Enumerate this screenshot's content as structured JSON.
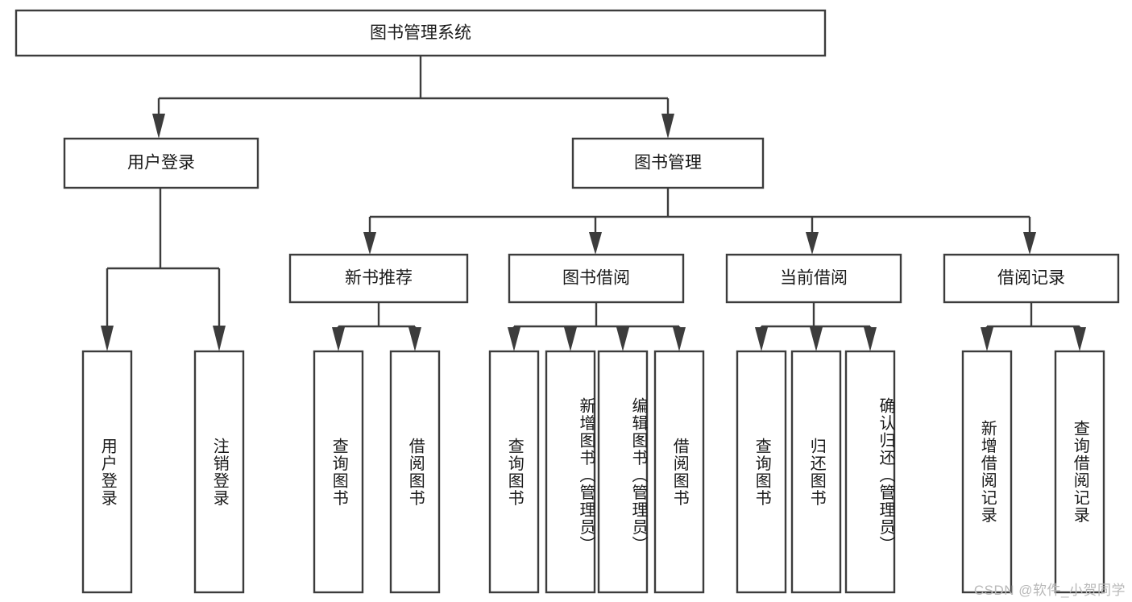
{
  "diagram": {
    "title": "图书管理系统",
    "type": "hierarchy-tree",
    "orientation": "top-down",
    "levels": 3,
    "root": {
      "id": "root",
      "label": "图书管理系统",
      "text_orientation": "horizontal"
    },
    "level2": [
      {
        "id": "user-login",
        "label": "用户登录",
        "text_orientation": "horizontal"
      },
      {
        "id": "book-management",
        "label": "图书管理",
        "text_orientation": "horizontal"
      }
    ],
    "level3": [
      {
        "id": "new-book-recommend",
        "label": "新书推荐",
        "parent": "book-management",
        "text_orientation": "horizontal"
      },
      {
        "id": "book-borrow",
        "label": "图书借阅",
        "parent": "book-management",
        "text_orientation": "horizontal"
      },
      {
        "id": "current-borrow",
        "label": "当前借阅",
        "parent": "book-management",
        "text_orientation": "horizontal"
      },
      {
        "id": "borrow-record",
        "label": "借阅记录",
        "parent": "book-management",
        "text_orientation": "horizontal"
      }
    ],
    "leaves": [
      {
        "id": "leaf-user-login",
        "label": "用户登录",
        "parent": "user-login",
        "text_orientation": "vertical"
      },
      {
        "id": "leaf-logout",
        "label": "注销登录",
        "parent": "user-login",
        "text_orientation": "vertical"
      },
      {
        "id": "leaf-query-book-1",
        "label": "查询图书",
        "parent": "new-book-recommend",
        "text_orientation": "vertical"
      },
      {
        "id": "leaf-borrow-book-1",
        "label": "借阅图书",
        "parent": "new-book-recommend",
        "text_orientation": "vertical"
      },
      {
        "id": "leaf-query-book-2",
        "label": "查询图书",
        "parent": "book-borrow",
        "text_orientation": "vertical"
      },
      {
        "id": "leaf-add-book",
        "label": "新增图书（管理员）",
        "parent": "book-borrow",
        "text_orientation": "vertical"
      },
      {
        "id": "leaf-edit-book",
        "label": "编辑图书（管理员）",
        "parent": "book-borrow",
        "text_orientation": "vertical"
      },
      {
        "id": "leaf-borrow-book-2",
        "label": "借阅图书",
        "parent": "book-borrow",
        "text_orientation": "vertical"
      },
      {
        "id": "leaf-query-book-3",
        "label": "查询图书",
        "parent": "current-borrow",
        "text_orientation": "vertical"
      },
      {
        "id": "leaf-return-book",
        "label": "归还图书",
        "parent": "current-borrow",
        "text_orientation": "vertical"
      },
      {
        "id": "leaf-confirm-return",
        "label": "确认归还（管理员）",
        "parent": "current-borrow",
        "text_orientation": "vertical"
      },
      {
        "id": "leaf-add-record",
        "label": "新增借阅记录",
        "parent": "borrow-record",
        "text_orientation": "vertical"
      },
      {
        "id": "leaf-query-record",
        "label": "查询借阅记录",
        "parent": "borrow-record",
        "text_orientation": "vertical"
      }
    ],
    "colors": {
      "box_border": "#3c3c3c",
      "box_fill": "#ffffff",
      "connector": "#3c3c3c",
      "text": "#1a1a1a",
      "background": "#ffffff",
      "watermark": "#b9b9b9"
    }
  },
  "watermark": {
    "text": "CSDN @软件_小贺同学"
  }
}
